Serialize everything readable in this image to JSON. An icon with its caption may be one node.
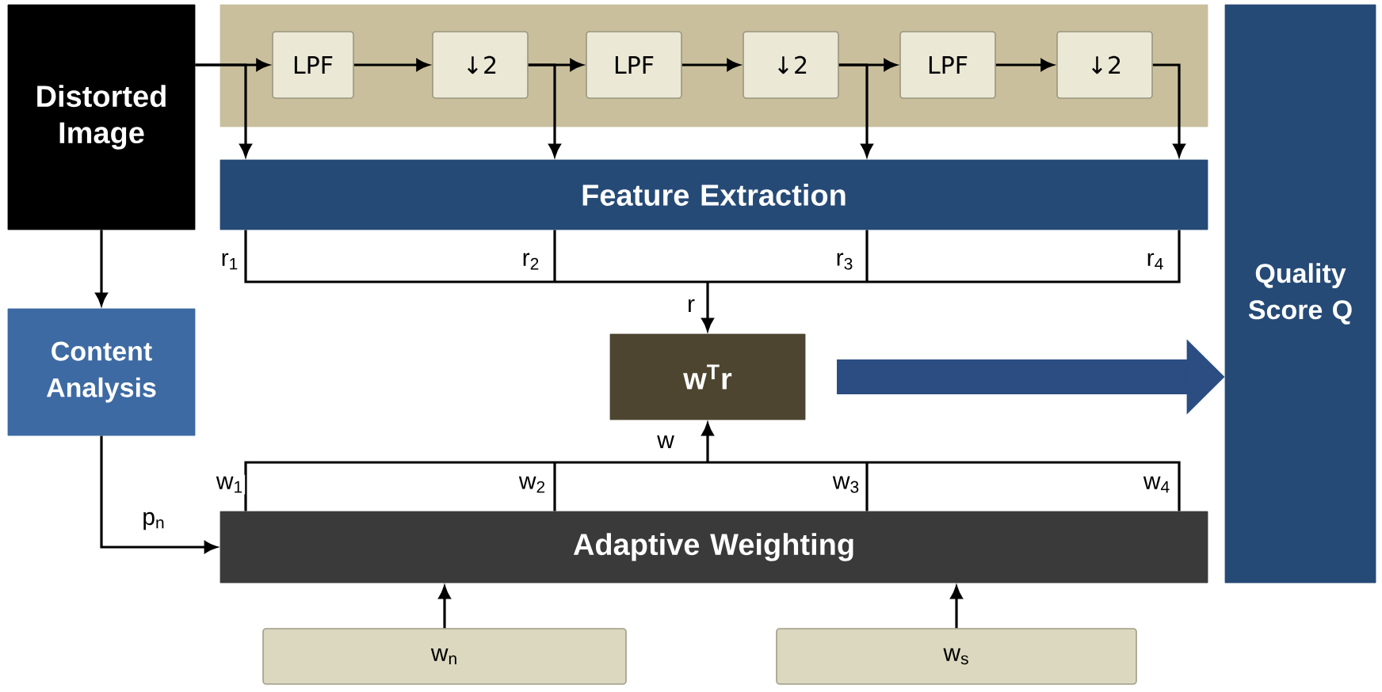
{
  "diagram": {
    "nodes": [
      {
        "text": [
          "Distorted Image"
        ]
      },
      {
        "text": [],
        "shape": "box"
      },
      {
        "text": [
          "LPF"
        ],
        "in": 1
      },
      {
        "text": [
          "↓2"
        ],
        "in": 1
      },
      {
        "text": [
          "LPF"
        ],
        "in": 1
      },
      {
        "text": [
          "↓2"
        ],
        "in": 1
      },
      {
        "text": [
          "LPF"
        ],
        "in": 1
      },
      {
        "text": [
          "↓2"
        ],
        "in": 1
      },
      {
        "text": [
          "Feature Extraction"
        ]
      },
      {
        "text": [
          "Quality Score Q"
        ]
      },
      {
        "text": [
          "Content Analysis"
        ]
      },
      {
        "text": [
          "w$^{T}$r"
        ]
      },
      {
        "text": [
          "Adaptive Weighting"
        ]
      },
      {
        "text": [
          "w$_{n}$"
        ]
      },
      {
        "text": [
          "w$_{s}$"
        ]
      }
    ],
    "edges": [
      {
        "from": 0,
        "to": 2,
        "arrow": "to"
      },
      {
        "from": 2,
        "to": 3,
        "arrow": "to"
      },
      {
        "from": 3,
        "to": 4,
        "arrow": "to"
      },
      {
        "from": 4,
        "to": 5,
        "arrow": "to"
      },
      {
        "from": 5,
        "to": 6,
        "arrow": "to"
      },
      {
        "from": 6,
        "to": 7,
        "arrow": "to"
      },
      {
        "from": 0,
        "to": 8,
        "arrow": "to"
      },
      {
        "from": 3,
        "to": 8,
        "arrow": "to"
      },
      {
        "from": 5,
        "to": 8,
        "arrow": "to"
      },
      {
        "from": 7,
        "to": 8,
        "arrow": "to"
      },
      {
        "from": 0,
        "to": 10,
        "arrow": "to"
      },
      {
        "from": 8,
        "to": 11,
        "arrow": "to",
        "label": "r"
      },
      {
        "from": 12,
        "to": 11,
        "arrow": "to",
        "label": "w"
      },
      {
        "from": 10,
        "to": 12,
        "arrow": "to",
        "label": "p$_{n}$"
      },
      {
        "from": 13,
        "to": 12,
        "arrow": "to"
      },
      {
        "from": 14,
        "to": 12,
        "arrow": "to"
      },
      {
        "from": 11,
        "to": 9,
        "arrow": "to",
        "style": "thick",
        "color": "#2b4d82"
      }
    ],
    "labels": [
      "r$_{1}$",
      "r$_{2}$",
      "r$_{3}$",
      "r$_{4}$",
      "w$_{1}$",
      "w$_{2}$",
      "w$_{3}$",
      "w$_{4}$"
    ]
  }
}
